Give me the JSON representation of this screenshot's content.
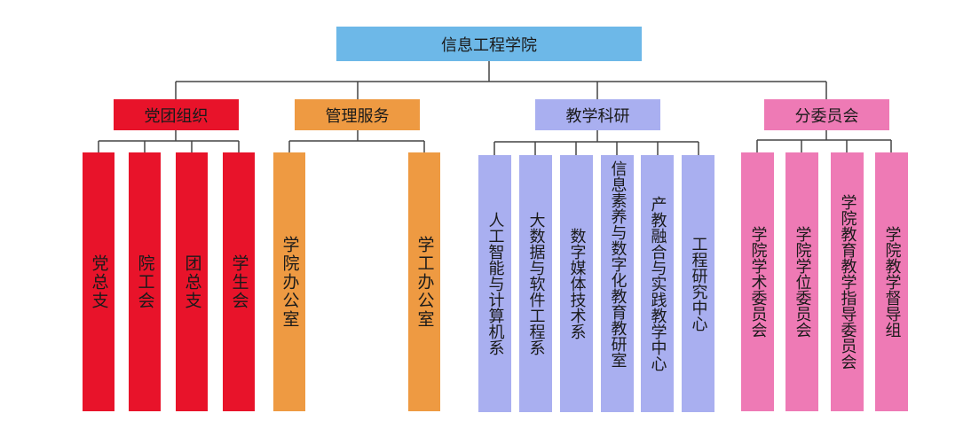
{
  "root": {
    "label": "信息工程学院",
    "color": "#6db8e8"
  },
  "groups": [
    {
      "label": "党团组织",
      "color": "#e8132a",
      "children": [
        "党总支",
        "院工会",
        "团总支",
        "学生会"
      ]
    },
    {
      "label": "管理服务",
      "color": "#ee9a42",
      "children": [
        "学院办公室",
        "学工办公室"
      ]
    },
    {
      "label": "教学科研",
      "color": "#a9aff0",
      "children": [
        "人工智能与计算机系",
        "大数据与软件工程系",
        "数字媒体技术系",
        "信息素养与数字化教育教研室",
        "产教融合与实践教学中心",
        "工程研究中心"
      ]
    },
    {
      "label": "分委员会",
      "color": "#ee7ab5",
      "children": [
        "学院学术委员会",
        "学院学位委员会",
        "学院教育教学指导委员会",
        "学院教学督导组"
      ]
    }
  ]
}
